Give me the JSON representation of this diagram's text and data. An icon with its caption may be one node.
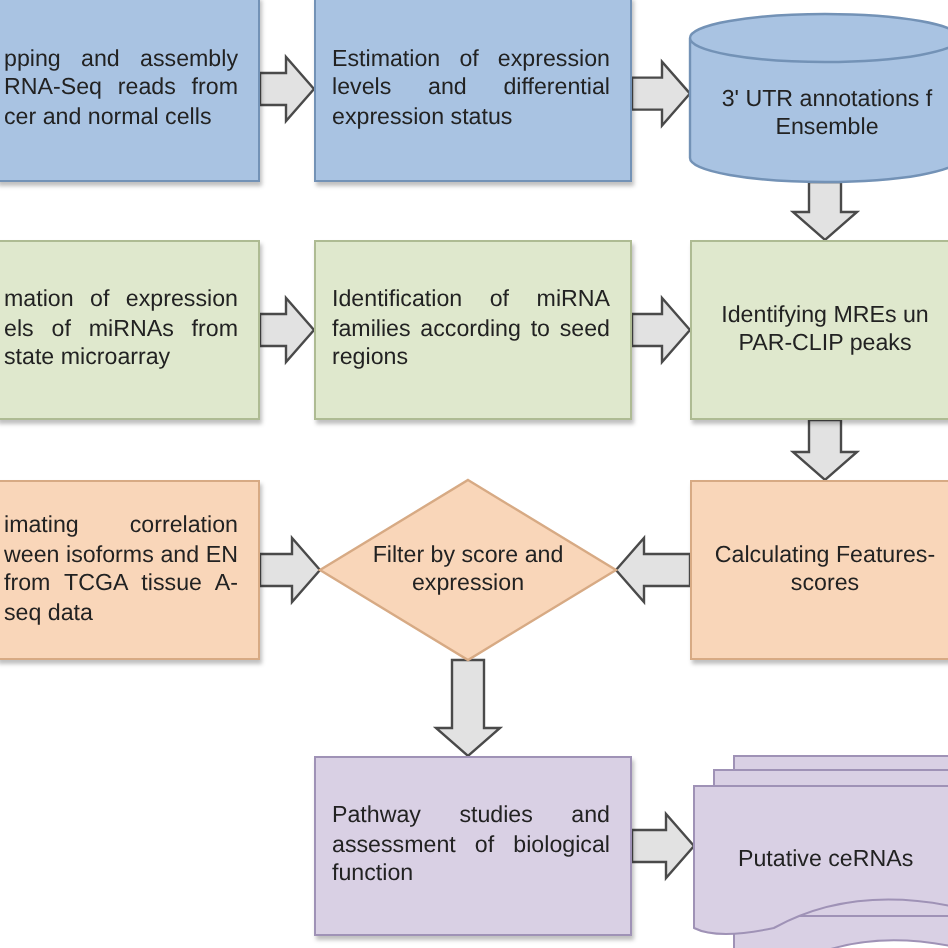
{
  "diagram": {
    "nodes": [
      {
        "text": [
          "pping and assembly RNA-Seq reads from cer and normal cells"
        ]
      },
      {
        "text": [
          "Estimation of expression levels and differential expression status"
        ]
      },
      {
        "text": [
          "3' UTR annotations f Ensemble"
        ]
      },
      {
        "text": [
          "mation of expression els of miRNAs from state microarray"
        ]
      },
      {
        "text": [
          "Identification of miRNA families according to seed regions"
        ]
      },
      {
        "text": [
          "Identifying MREs un PAR-CLIP peaks"
        ]
      },
      {
        "text": [
          "imating correlation ween isoforms and EN from TCGA tissue A-seq data"
        ]
      },
      {
        "text": [
          "Filter by score and expression"
        ]
      },
      {
        "text": [
          "Calculating Features- scores"
        ]
      },
      {
        "text": [
          "Pathway studies and assessment of biological function"
        ]
      },
      {
        "text": [
          "Putative ceRNAs"
        ]
      }
    ],
    "edges": [
      {
        "from": 0,
        "to": 1,
        "arrow": "to"
      },
      {
        "from": 1,
        "to": 2,
        "arrow": "to"
      },
      {
        "from": 2,
        "to": 5,
        "arrow": "to"
      },
      {
        "from": 3,
        "to": 4,
        "arrow": "to"
      },
      {
        "from": 4,
        "to": 5,
        "arrow": "to"
      },
      {
        "from": 5,
        "to": 8,
        "arrow": "to"
      },
      {
        "from": 8,
        "to": 7,
        "arrow": "to"
      },
      {
        "from": 6,
        "to": 7,
        "arrow": "to"
      },
      {
        "from": 7,
        "to": 9,
        "arrow": "to"
      },
      {
        "from": 9,
        "to": 10,
        "arrow": "to"
      }
    ]
  }
}
